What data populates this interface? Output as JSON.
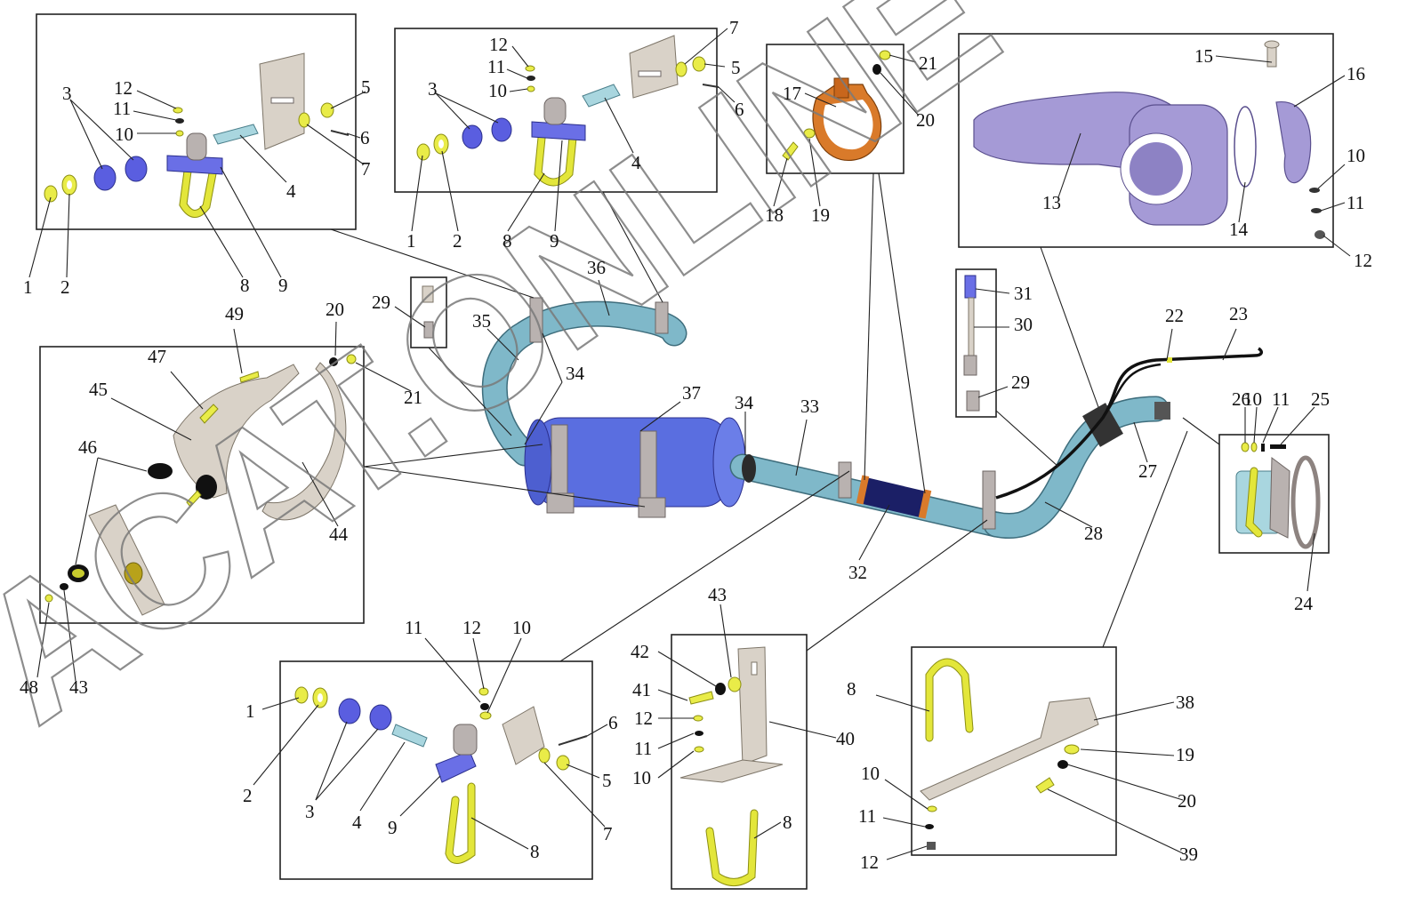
{
  "watermark": "ACAT.ONLINE",
  "part_numbers": {
    "n1": "1",
    "n2": "2",
    "n3": "3",
    "n4": "4",
    "n5": "5",
    "n6": "6",
    "n7": "7",
    "n8": "8",
    "n9": "9",
    "n10": "10",
    "n11": "11",
    "n12": "12",
    "n13": "13",
    "n14": "14",
    "n15": "15",
    "n16": "16",
    "n17": "17",
    "n18": "18",
    "n19": "19",
    "n20": "20",
    "n21": "21",
    "n22": "22",
    "n23": "23",
    "n24": "24",
    "n25": "25",
    "n26": "26",
    "n27": "27",
    "n28": "28",
    "n29": "29",
    "n30": "30",
    "n31": "31",
    "n32": "32",
    "n33": "33",
    "n34": "34",
    "n35": "35",
    "n36": "36",
    "n37": "37",
    "n38": "38",
    "n39": "39",
    "n40": "40",
    "n41": "41",
    "n42": "42",
    "n43": "43",
    "n44": "44",
    "n45": "45",
    "n46": "46",
    "n47": "47",
    "n48": "48",
    "n49": "49"
  },
  "colors": {
    "fastener": "#e9ec48",
    "bushing": "#5a5ee0",
    "pipe": "#7fb8c9",
    "bracket": "#b9b2b0",
    "clamp": "#d97a2a",
    "turbo_housing": "#a59ad6",
    "muffler": "#5a6ee0"
  }
}
